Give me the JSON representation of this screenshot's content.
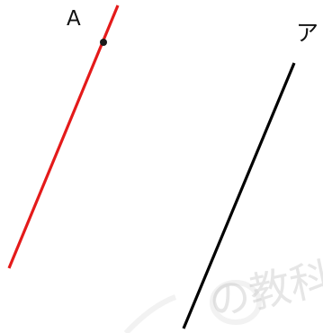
{
  "labels": {
    "point_a": "A",
    "line_a": "ア"
  },
  "watermark": {
    "text": "の教科"
  },
  "colors": {
    "red_line": "#e41a1a",
    "black_line": "#000000",
    "point": "#1a1a1a"
  }
}
